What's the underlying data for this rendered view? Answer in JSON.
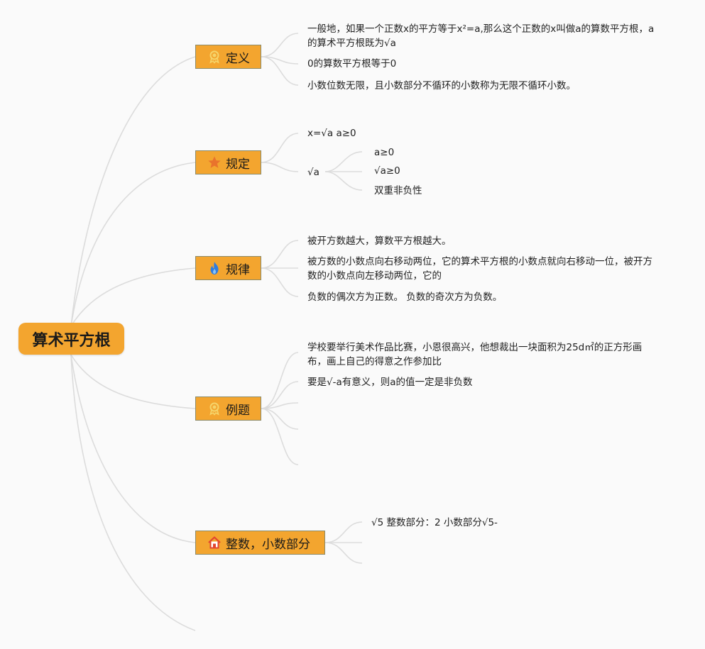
{
  "root": {
    "label": "算术平方根"
  },
  "topics": {
    "definition": {
      "label": "定义",
      "icon": "award-ribbon-icon",
      "items": [
        "一般地，如果一个正数x的平方等于x²=a,那么这个正数的x叫做a的算数平方根，a的算术平方根既为√a",
        "0的算数平方根等于0",
        "小数位数无限，且小数部分不循环的小数称为无限不循环小数。"
      ]
    },
    "rules": {
      "label": "规定",
      "icon": "star-icon",
      "items": [
        "x=√a a≥0",
        "√a"
      ],
      "sqrt_children": [
        "a≥0",
        "√a≥0",
        "双重非负性"
      ]
    },
    "patterns": {
      "label": "规律",
      "icon": "flame-icon",
      "items": [
        "被开方数越大，算数平方根越大。",
        "被方数的小数点向右移动两位，它的算术平方根的小数点就向右移动一位，被开方数的小数点向左移动两位，它的",
        "负数的偶次方为正数。 负数的奇次方为负数。"
      ]
    },
    "examples": {
      "label": "例题",
      "icon": "award-ribbon-icon",
      "items": [
        "学校要举行美术作品比赛，小恩很高兴，他想裁出一块面积为25d㎡的正方形画布，画上自己的得意之作参加比",
        "要是√-a有意义，则a的值一定是非负数"
      ]
    },
    "integer_decimal": {
      "label": "整数，小数部分",
      "icon": "house-icon",
      "items": [
        "√5 整数部分：2 小数部分√5-"
      ]
    }
  },
  "colors": {
    "topic_fill": "#f3a52f",
    "link": "#dcdcdc",
    "icon_orange": "#f0862d"
  }
}
